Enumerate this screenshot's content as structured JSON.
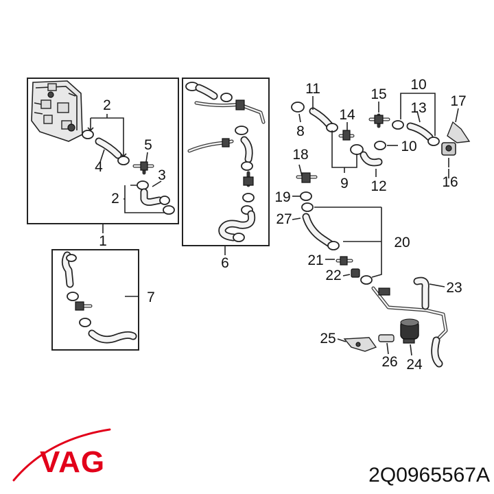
{
  "callouts": {
    "c1": "1",
    "c2a": "2",
    "c2b": "2",
    "c3": "3",
    "c4": "4",
    "c5": "5",
    "c6": "6",
    "c7": "7",
    "c8": "8",
    "c9": "9",
    "c10a": "10",
    "c10b": "10",
    "c11": "11",
    "c12": "12",
    "c13": "13",
    "c14": "14",
    "c15": "15",
    "c16": "16",
    "c17": "17",
    "c18": "18",
    "c19": "19",
    "c20": "20",
    "c21": "21",
    "c22": "22",
    "c23": "23",
    "c24": "24",
    "c25": "25",
    "c26": "26",
    "c27": "27"
  },
  "brand": {
    "name": "VAG",
    "color": "#e2001a"
  },
  "part_number": "2Q0965567A"
}
